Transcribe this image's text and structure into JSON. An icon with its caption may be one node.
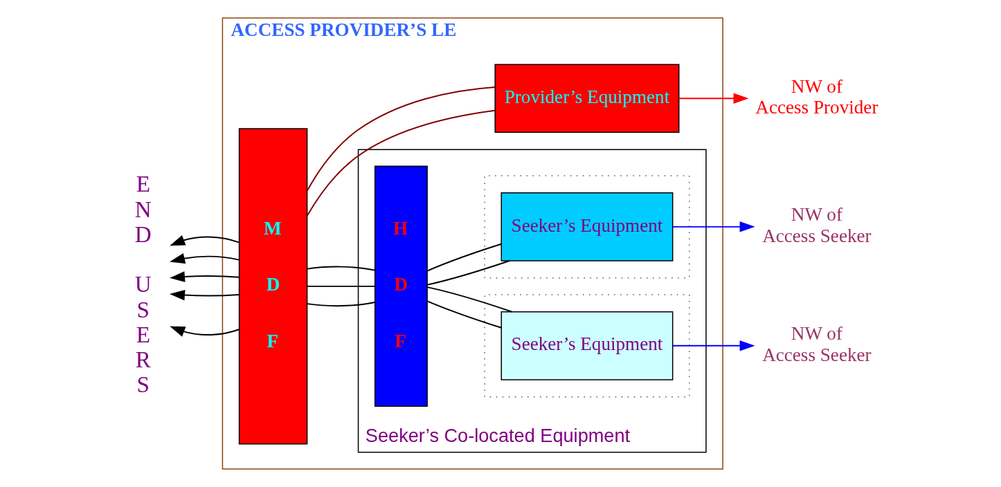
{
  "diagram": {
    "nodes": [
      {
        "text": [
          "ACCESS PROVIDER’S LE"
        ]
      },
      {
        "text": [
          "M",
          "D",
          "F"
        ],
        "in": 0
      },
      {
        "text": [
          "Provider’s Equipment"
        ],
        "in": 0
      },
      {
        "text": [
          "Seeker’s Co-located Equipment"
        ],
        "in": 0
      },
      {
        "text": [],
        "shape": "box",
        "in": 3
      },
      {
        "text": [
          "Seeker’s Equipment"
        ],
        "in": 4
      },
      {
        "text": [],
        "shape": "box",
        "in": 3
      },
      {
        "text": [
          "Seeker’s Equipment"
        ],
        "in": 6
      },
      {
        "text": [
          "H",
          "D",
          "F"
        ],
        "in": 3
      },
      {
        "text": [
          "NW of Access Provider"
        ]
      },
      {
        "text": [
          "NW of Access Seeker"
        ]
      },
      {
        "text": [
          "NW of Access Seeker"
        ]
      },
      {
        "text": [
          "END USERS"
        ]
      }
    ],
    "edges": [
      {
        "from": 1,
        "to": 12,
        "arrow": "to"
      },
      {
        "from": 1,
        "to": 12,
        "arrow": "to"
      },
      {
        "from": 1,
        "to": 12,
        "arrow": "to"
      },
      {
        "from": 1,
        "to": 12,
        "arrow": "to"
      },
      {
        "from": 1,
        "to": 12,
        "arrow": "to"
      },
      {
        "from": 1,
        "to": 2,
        "arrow": "none",
        "color": "#800000"
      },
      {
        "from": 1,
        "to": 2,
        "arrow": "none",
        "color": "#800000"
      },
      {
        "from": 2,
        "to": 9,
        "arrow": "to",
        "color": "#ff0000"
      },
      {
        "from": 1,
        "to": 8,
        "arrow": "none"
      },
      {
        "from": 1,
        "to": 8,
        "arrow": "none"
      },
      {
        "from": 1,
        "to": 8,
        "arrow": "none"
      },
      {
        "from": 8,
        "to": 5,
        "arrow": "none"
      },
      {
        "from": 8,
        "to": 5,
        "arrow": "none"
      },
      {
        "from": 8,
        "to": 7,
        "arrow": "none"
      },
      {
        "from": 8,
        "to": 7,
        "arrow": "none"
      },
      {
        "from": 5,
        "to": 10,
        "arrow": "to",
        "color": "#0000ff"
      },
      {
        "from": 7,
        "to": 11,
        "arrow": "to",
        "color": "#0000ff"
      }
    ]
  }
}
